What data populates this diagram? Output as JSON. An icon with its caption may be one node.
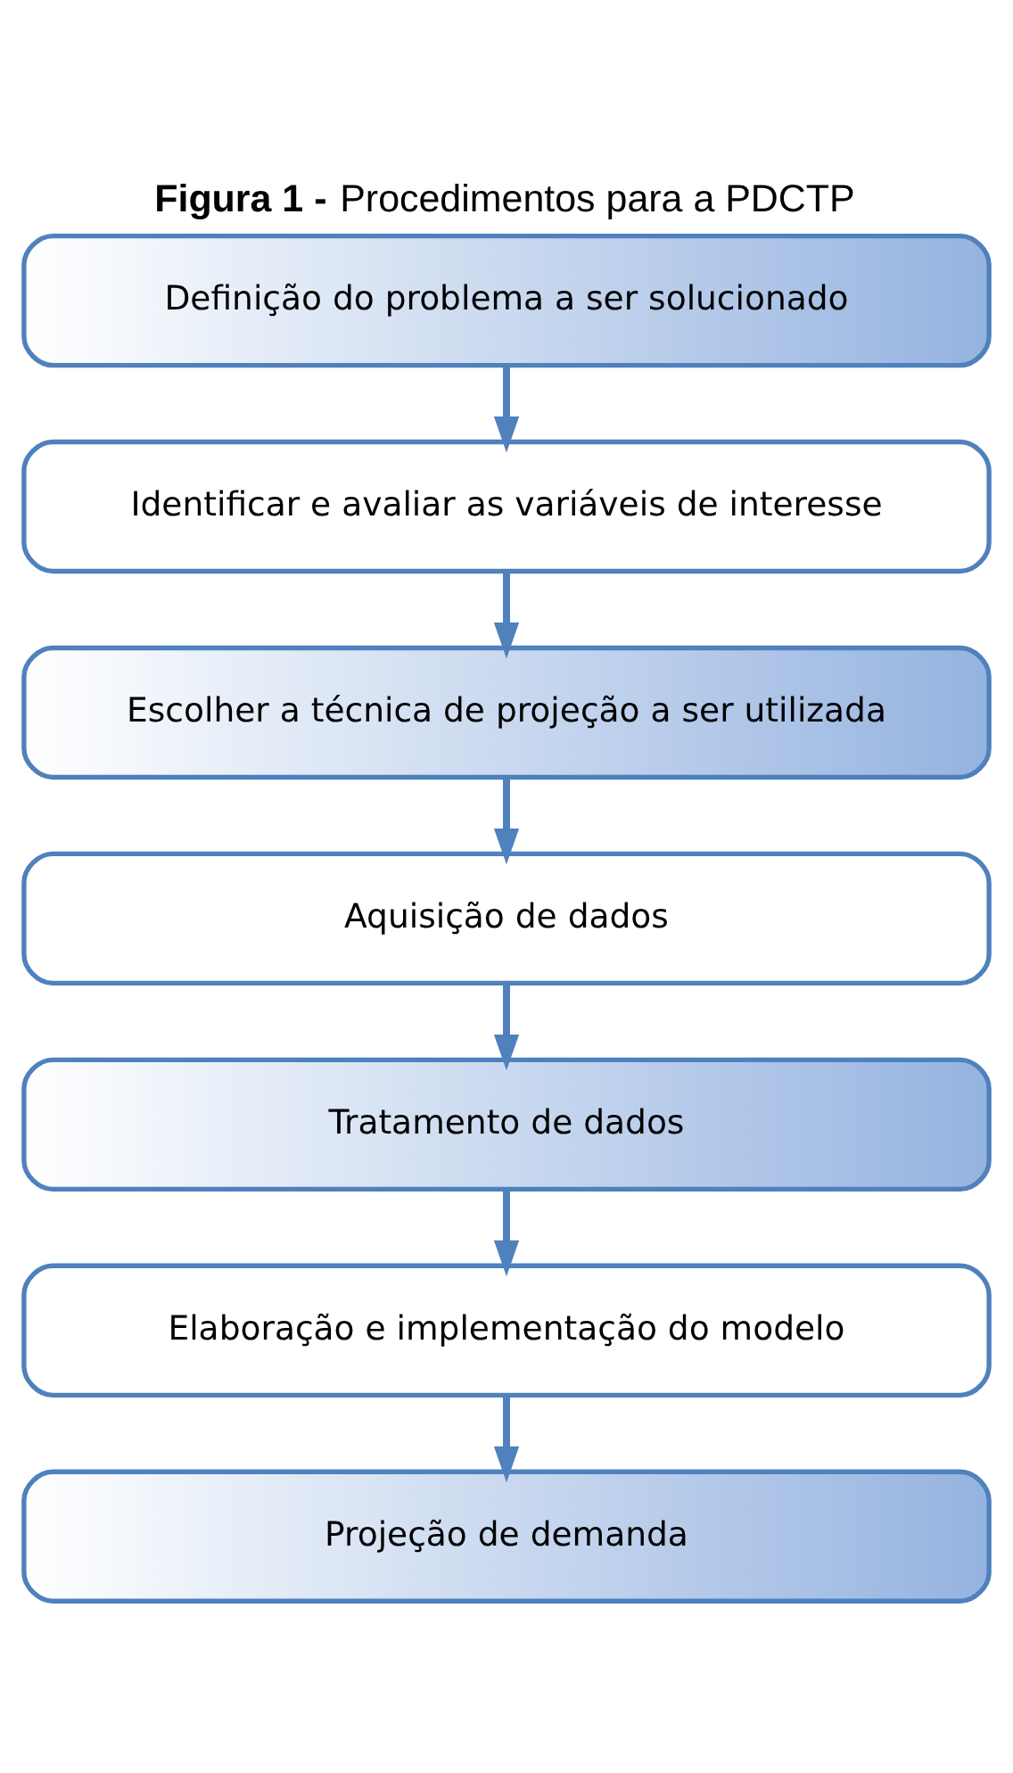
{
  "diagram": {
    "title": "**Figura 1 -** Procedimentos para a PDCTP",
    "nodes": [
      {
        "text": [
          "Definição do problema a ser solucionado"
        ]
      },
      {
        "text": [
          "Identificar e avaliar as variáveis de interesse"
        ]
      },
      {
        "text": [
          "Escolher a técnica de projeção a ser utilizada"
        ]
      },
      {
        "text": [
          "Aquisição de dados"
        ]
      },
      {
        "text": [
          "Tratamento de dados"
        ]
      },
      {
        "text": [
          "Elaboração e implementação do modelo"
        ]
      },
      {
        "text": [
          "Projeção de demanda"
        ]
      }
    ],
    "edges": [
      {
        "from": 0,
        "to": 1,
        "arrow": "to"
      },
      {
        "from": 1,
        "to": 2,
        "arrow": "to"
      },
      {
        "from": 2,
        "to": 3,
        "arrow": "to"
      },
      {
        "from": 3,
        "to": 4,
        "arrow": "to"
      },
      {
        "from": 4,
        "to": 5,
        "arrow": "to"
      },
      {
        "from": 5,
        "to": 6,
        "arrow": "to"
      }
    ]
  }
}
